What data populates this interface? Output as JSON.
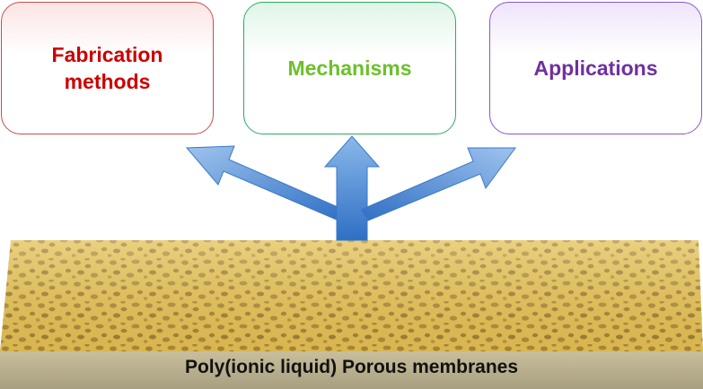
{
  "boxes": {
    "fabrication": "Fabrication\nmethods",
    "mechanisms": "Mechanisms",
    "applications": "Applications"
  },
  "caption": "Poly(ionic liquid) Porous membranes",
  "colors": {
    "arrow_fill": "#5b9bd5",
    "membrane_top": "#e3c15a",
    "membrane_side": "#b7ad8c"
  }
}
